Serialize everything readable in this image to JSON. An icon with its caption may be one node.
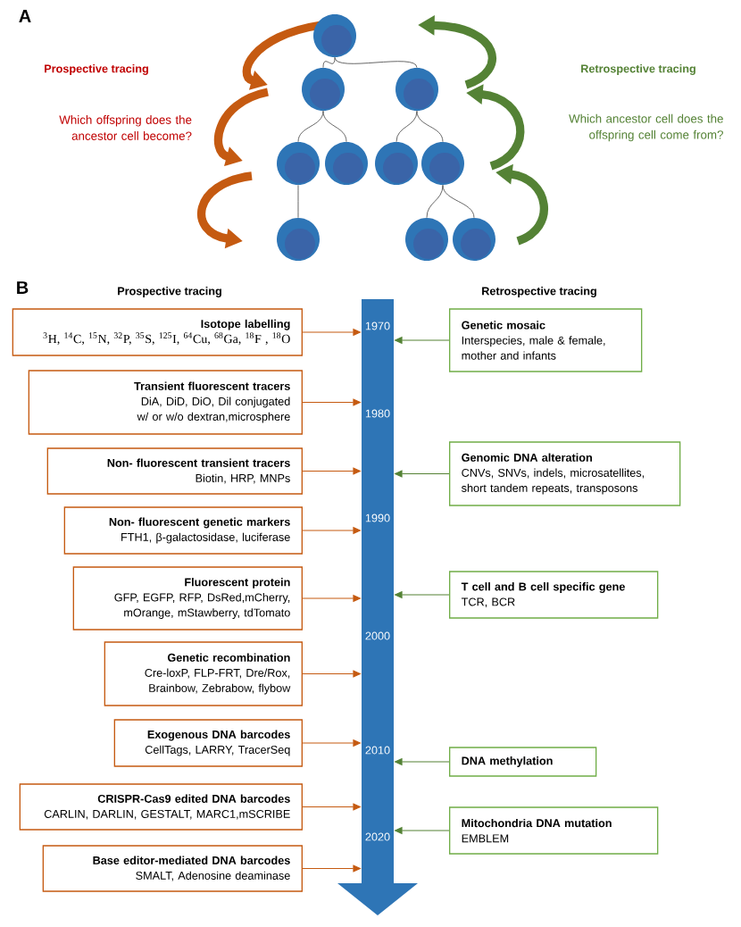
{
  "diagram": {
    "nodes": [
      {
        "text": [],
        "shape": "circle"
      },
      {
        "text": [],
        "shape": "circle"
      },
      {
        "text": [],
        "shape": "circle"
      },
      {
        "text": [],
        "shape": "circle"
      },
      {
        "text": [],
        "shape": "circle"
      },
      {
        "text": [],
        "shape": "circle"
      },
      {
        "text": [],
        "shape": "circle"
      },
      {
        "text": [],
        "shape": "circle"
      },
      {
        "text": [],
        "shape": "circle"
      },
      {
        "text": [],
        "shape": "circle"
      },
      {
        "text": [
          "1970",
          "1980",
          "1990",
          "2000",
          "2010",
          "2020"
        ]
      },
      {
        "text": [
          "Isotope labelling",
          "$^{3}$H, $^{14}$C, $^{15}$N, $^{32}$P, $^{35}$S, $^{125}$I, $^{64}$Cu, $^{68}$Ga, $^{18}$F , $^{18}$O"
        ]
      },
      {
        "text": [
          "Transient fluorescent tracers",
          "DiA, DiD, DiO, Dil conjugated w/ or w/o dextran,microsphere"
        ]
      },
      {
        "text": [
          "Non- fluorescent transient tracers",
          "Biotin, HRP, MNPs"
        ]
      },
      {
        "text": [
          "Non- fluorescent genetic markers",
          "FTH1, β-galactosidase, luciferase"
        ]
      },
      {
        "text": [
          "Fluorescent protein",
          "GFP, EGFP, RFP, DsRed,mCherry, mOrange, mStawberry, tdTomato"
        ]
      },
      {
        "text": [
          "Genetic recombination",
          "Cre-loxP, FLP-FRT, Dre/Rox, Brainbow, Zebrabow, flybow"
        ]
      },
      {
        "text": [
          "Exogenous DNA barcodes",
          "CellTags, LARRY, TracerSeq"
        ]
      },
      {
        "text": [
          "CRISPR-Cas9 edited DNA barcodes",
          "CARLIN, DARLIN, GESTALT, MARC1,mSCRIBE"
        ]
      },
      {
        "text": [
          "Base editor-mediated DNA barcodes",
          "SMALT, Adenosine deaminase"
        ]
      },
      {
        "text": [
          "Genetic mosaic",
          "Interspecies, male & female, mother and infants"
        ]
      },
      {
        "text": [
          "Genomic DNA alteration",
          "CNVs, SNVs, indels, microsatellites, short tandem repeats, transposons"
        ]
      },
      {
        "text": [
          "T cell and B cell specific gene",
          "TCR, BCR"
        ]
      },
      {
        "text": [
          "DNA methylation"
        ]
      },
      {
        "text": [
          "Mitochondria DNA mutation",
          "EMBLEM"
        ]
      }
    ],
    "edges": [
      {
        "from": 0,
        "to": 1,
        "arrow": "none",
        "color": "#404040"
      },
      {
        "from": 0,
        "to": 2,
        "arrow": "none",
        "color": "#404040"
      },
      {
        "from": 1,
        "to": 3,
        "arrow": "none",
        "color": "#404040"
      },
      {
        "from": 1,
        "to": 4,
        "arrow": "none",
        "color": "#404040"
      },
      {
        "from": 2,
        "to": 5,
        "arrow": "none",
        "color": "#404040"
      },
      {
        "from": 2,
        "to": 6,
        "arrow": "none",
        "color": "#404040"
      },
      {
        "from": 3,
        "to": 7,
        "arrow": "none",
        "color": "#404040"
      },
      {
        "from": 6,
        "to": 8,
        "arrow": "none",
        "color": "#404040"
      },
      {
        "from": 6,
        "to": 9,
        "arrow": "none",
        "color": "#404040"
      },
      {
        "from": 11,
        "to": 10,
        "arrow": "to",
        "color": "#c55a11"
      },
      {
        "from": 12,
        "to": 10,
        "arrow": "to",
        "color": "#c55a11"
      },
      {
        "from": 13,
        "to": 10,
        "arrow": "to",
        "color": "#c55a11"
      },
      {
        "from": 14,
        "to": 10,
        "arrow": "to",
        "color": "#c55a11"
      },
      {
        "from": 15,
        "to": 10,
        "arrow": "to",
        "color": "#c55a11"
      },
      {
        "from": 16,
        "to": 10,
        "arrow": "to",
        "color": "#c55a11"
      },
      {
        "from": 17,
        "to": 10,
        "arrow": "to",
        "color": "#c55a11"
      },
      {
        "from": 18,
        "to": 10,
        "arrow": "to",
        "color": "#c55a11"
      },
      {
        "from": 19,
        "to": 10,
        "arrow": "to",
        "color": "#c55a11"
      },
      {
        "from": 20,
        "to": 10,
        "arrow": "to",
        "color": "#548235"
      },
      {
        "from": 21,
        "to": 10,
        "arrow": "to",
        "color": "#548235"
      },
      {
        "from": 22,
        "to": 10,
        "arrow": "to",
        "color": "#548235"
      },
      {
        "from": 23,
        "to": 10,
        "arrow": "to",
        "color": "#548235"
      },
      {
        "from": 24,
        "to": 10,
        "arrow": "to",
        "color": "#548235"
      }
    ],
    "labels": [
      "A",
      "Prospective tracing",
      "Which offspring does the ancestor cell become?",
      "Retrospective tracing",
      "Which ancestor cell does the offspring cell come from?",
      "B",
      "Prospective tracing",
      "Retrospective tracing"
    ]
  }
}
